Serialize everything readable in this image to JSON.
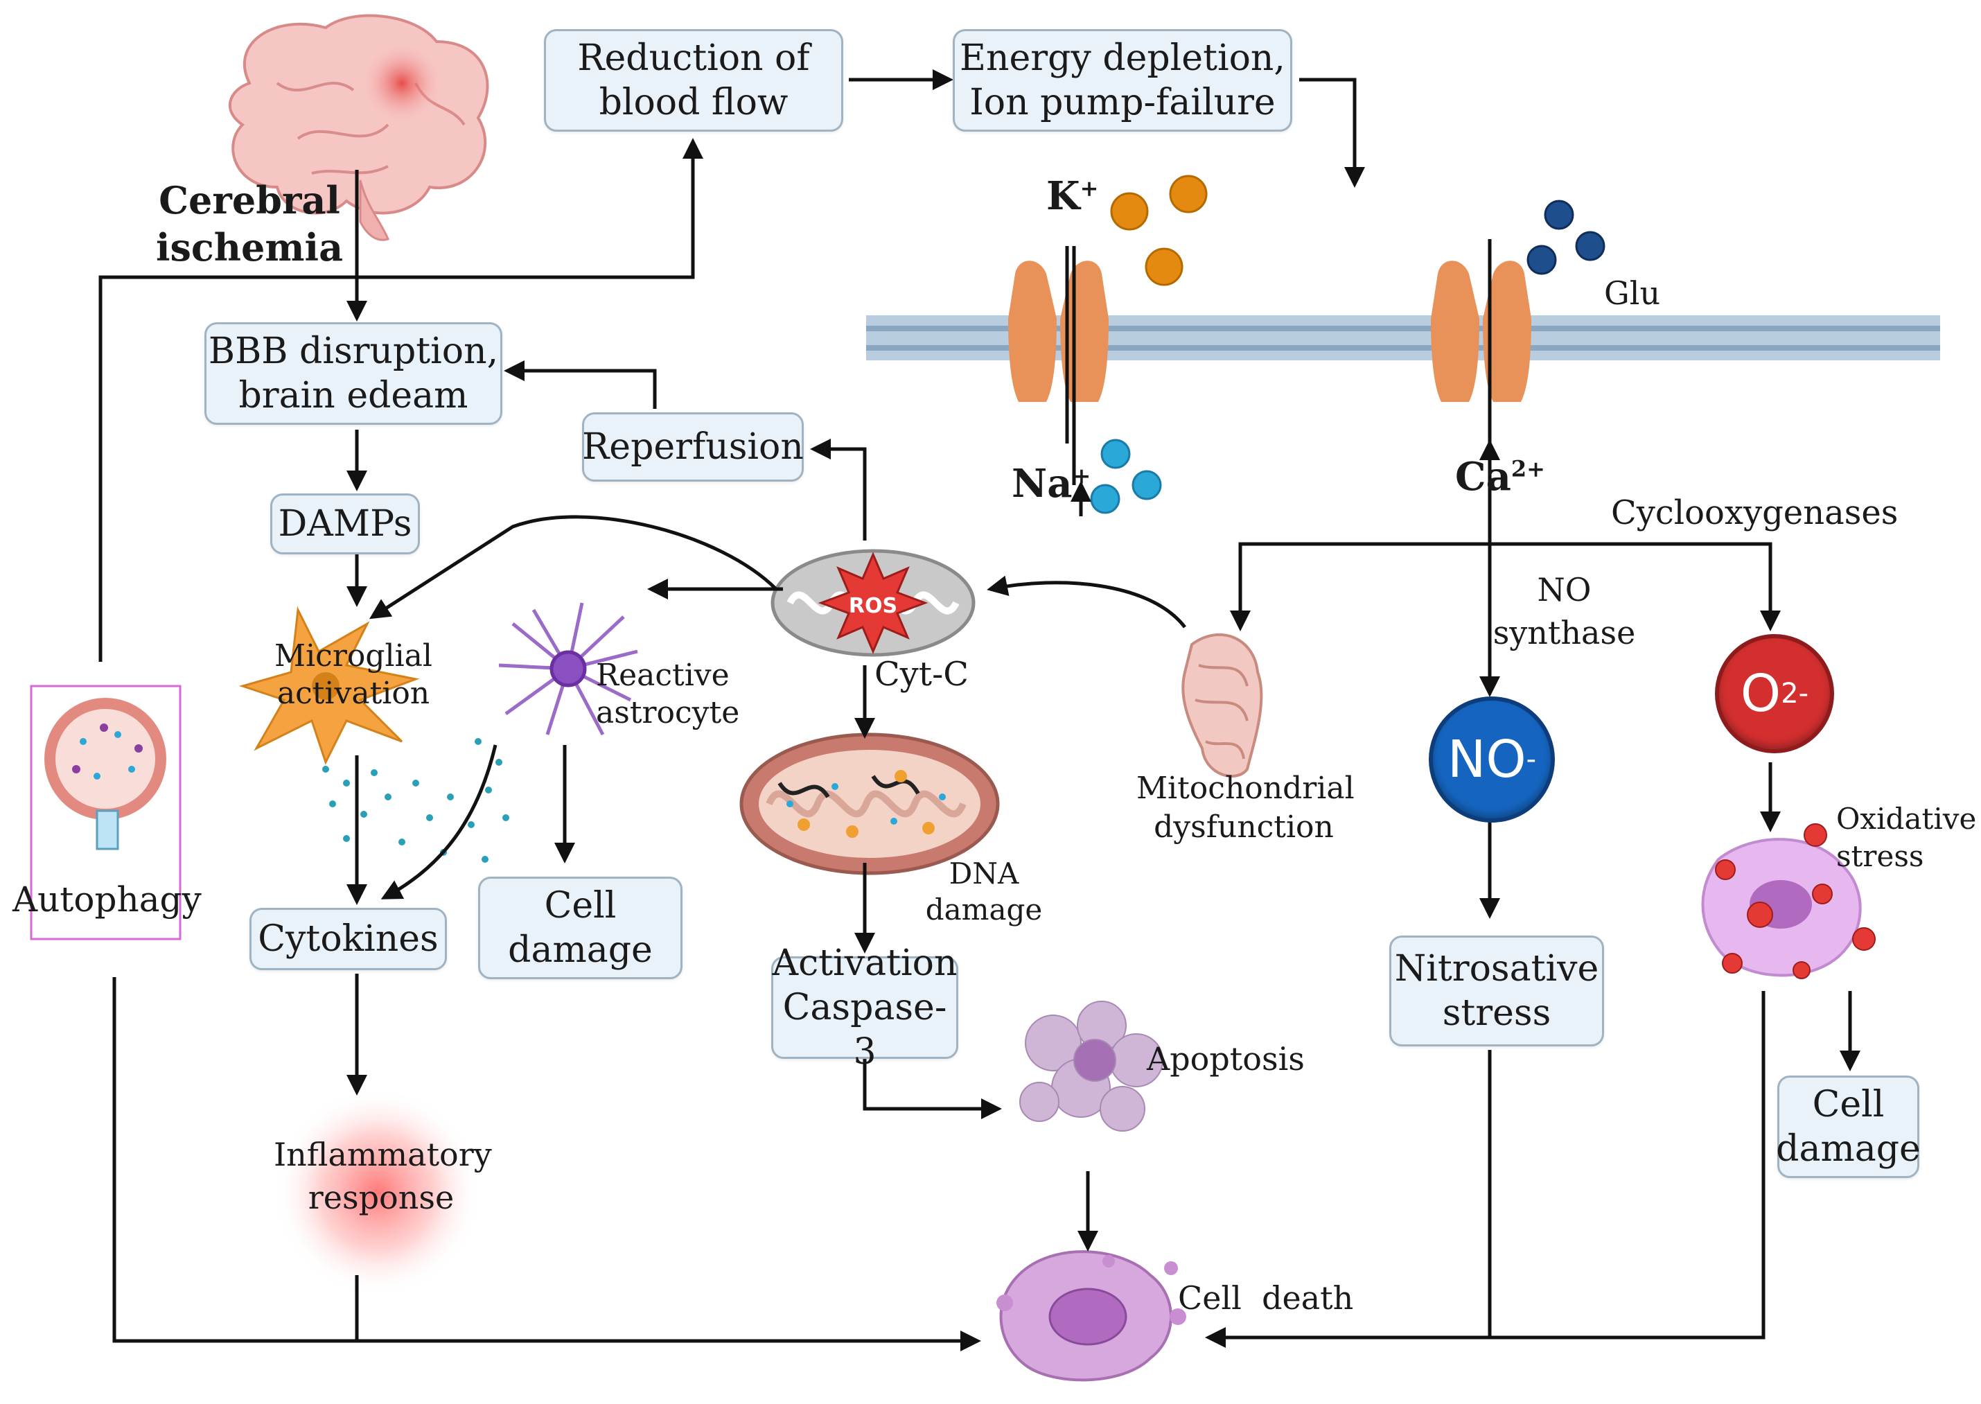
{
  "boxes": {
    "reduction": "Reduction of\nblood flow",
    "energy": "Energy depletion,\nIon pump-failure",
    "bbb": "BBB disruption,\nbrain edeam",
    "reperfusion": "Reperfusion",
    "damps": "DAMPs",
    "cytokines": "Cytokines",
    "cell_damage_left": "Cell\ndamage",
    "caspase": "Activation\nCaspase-3",
    "nitrosative": "Nitrosative\nstress",
    "cell_damage_right": "Cell\ndamage"
  },
  "labels": {
    "cerebral_ischemia": "Cerebral\nischemia",
    "microglial": "Microglial\nactivation",
    "astrocyte": "Reactive\nastrocyte",
    "autophagy": "Autophagy",
    "inflammatory": "Inflammatory\nresponse",
    "ros": "ROS",
    "cyt_c": "Cyt-C",
    "dna_damage": "DNA\ndamage",
    "apoptosis": "Apoptosis",
    "cell_death": "Cell  death",
    "mito_dysfunction": "Mitochondrial\ndysfunction",
    "cyclooxygenases": "Cyclooxygenases",
    "no_synthase": "NO\nsynthase",
    "oxidative_stress": "Oxidative\nstress",
    "glu": "Glu"
  },
  "ions": {
    "k": "K",
    "k_charge": "+",
    "na": "Na",
    "na_charge": "+",
    "ca": "Ca",
    "ca_charge": "2+"
  },
  "orbs": {
    "no_base": "NO",
    "no_charge": "-",
    "o2_base": "O",
    "o2_sub": "2",
    "o2_charge": "-"
  },
  "colors": {
    "box_fill": "#e9f2f9",
    "membrane": "#b8cde0",
    "channel": "#e8925a",
    "potassium": "#e58a10",
    "sodium": "#2aa8d8",
    "glutamate": "#1f4e8c",
    "no_orb": "#1565c0",
    "o2_orb": "#d32f2f"
  }
}
